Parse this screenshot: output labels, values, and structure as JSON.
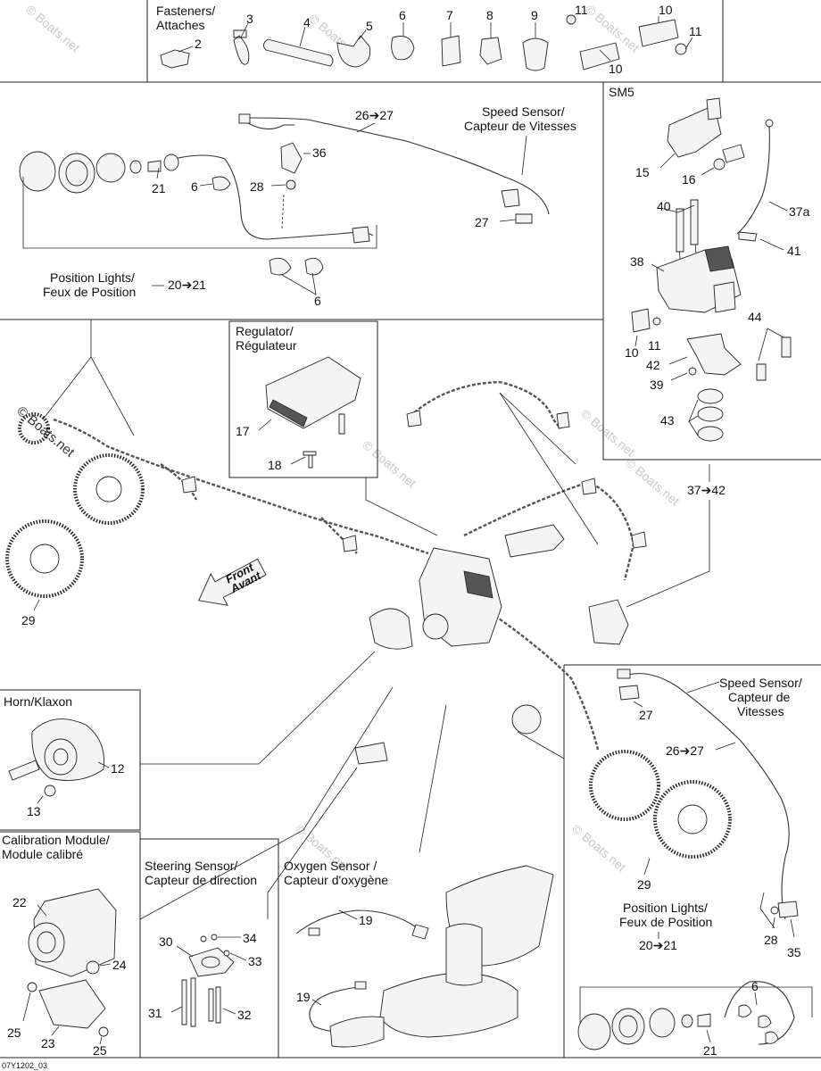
{
  "watermark": "© Boats.net",
  "figure_code": "07Y1202_03",
  "arrow_glyph": "➔",
  "sections": {
    "fasteners": {
      "label_en": "Fasteners/",
      "label_fr": "Attaches"
    },
    "sm5": {
      "label": "SM5",
      "range_from": "37",
      "range_to": "42"
    },
    "speed_sensor_top": {
      "label_en": "Speed Sensor/",
      "label_fr": "Capteur de Vitesses",
      "range_from": "26",
      "range_to": "27"
    },
    "position_lights_top": {
      "label_en": "Position Lights/",
      "label_fr": "Feux de Position",
      "range_from": "20",
      "range_to": "21"
    },
    "regulator": {
      "label_en": "Regulator/",
      "label_fr": "Régulateur"
    },
    "horn": {
      "label": "Horn/Klaxon"
    },
    "calibration": {
      "label_en": "Calibration Module/",
      "label_fr": "Module calibré"
    },
    "steering": {
      "label_en": "Steering Sensor/",
      "label_fr": "Capteur de direction"
    },
    "oxygen": {
      "label_en": "Oxygen Sensor /",
      "label_fr": "Capteur d'oxygène"
    },
    "speed_sensor_bottom": {
      "label_en": "Speed Sensor/",
      "label_fr": "Capteur de",
      "label_fr2": "Vitesses",
      "range_from": "26",
      "range_to": "27"
    },
    "position_lights_bottom": {
      "label_en": "Position Lights/",
      "label_fr": "Feux de Position",
      "range_from": "20",
      "range_to": "21"
    },
    "front": {
      "label_en": "Front",
      "label_fr": "Avant"
    }
  },
  "callouts": {
    "fasteners": [
      "2",
      "3",
      "4",
      "5",
      "6",
      "7",
      "8",
      "9",
      "11",
      "10",
      "11",
      "10"
    ],
    "speed_top": [
      "36",
      "28",
      "27"
    ],
    "lights_top": [
      "21",
      "6",
      "6"
    ],
    "sm5": [
      "15",
      "16",
      "40",
      "37a",
      "41",
      "38",
      "44",
      "10",
      "11",
      "42",
      "39",
      "43"
    ],
    "regulator": [
      "17",
      "18"
    ],
    "main": [
      "29"
    ],
    "horn": [
      "12",
      "13"
    ],
    "calibration": [
      "22",
      "24",
      "25",
      "23",
      "25"
    ],
    "steering": [
      "30",
      "34",
      "33",
      "31",
      "32"
    ],
    "oxygen": [
      "19",
      "19"
    ],
    "speed_bottom": [
      "27",
      "29",
      "28",
      "35"
    ],
    "lights_bottom": [
      "6",
      "21"
    ]
  }
}
